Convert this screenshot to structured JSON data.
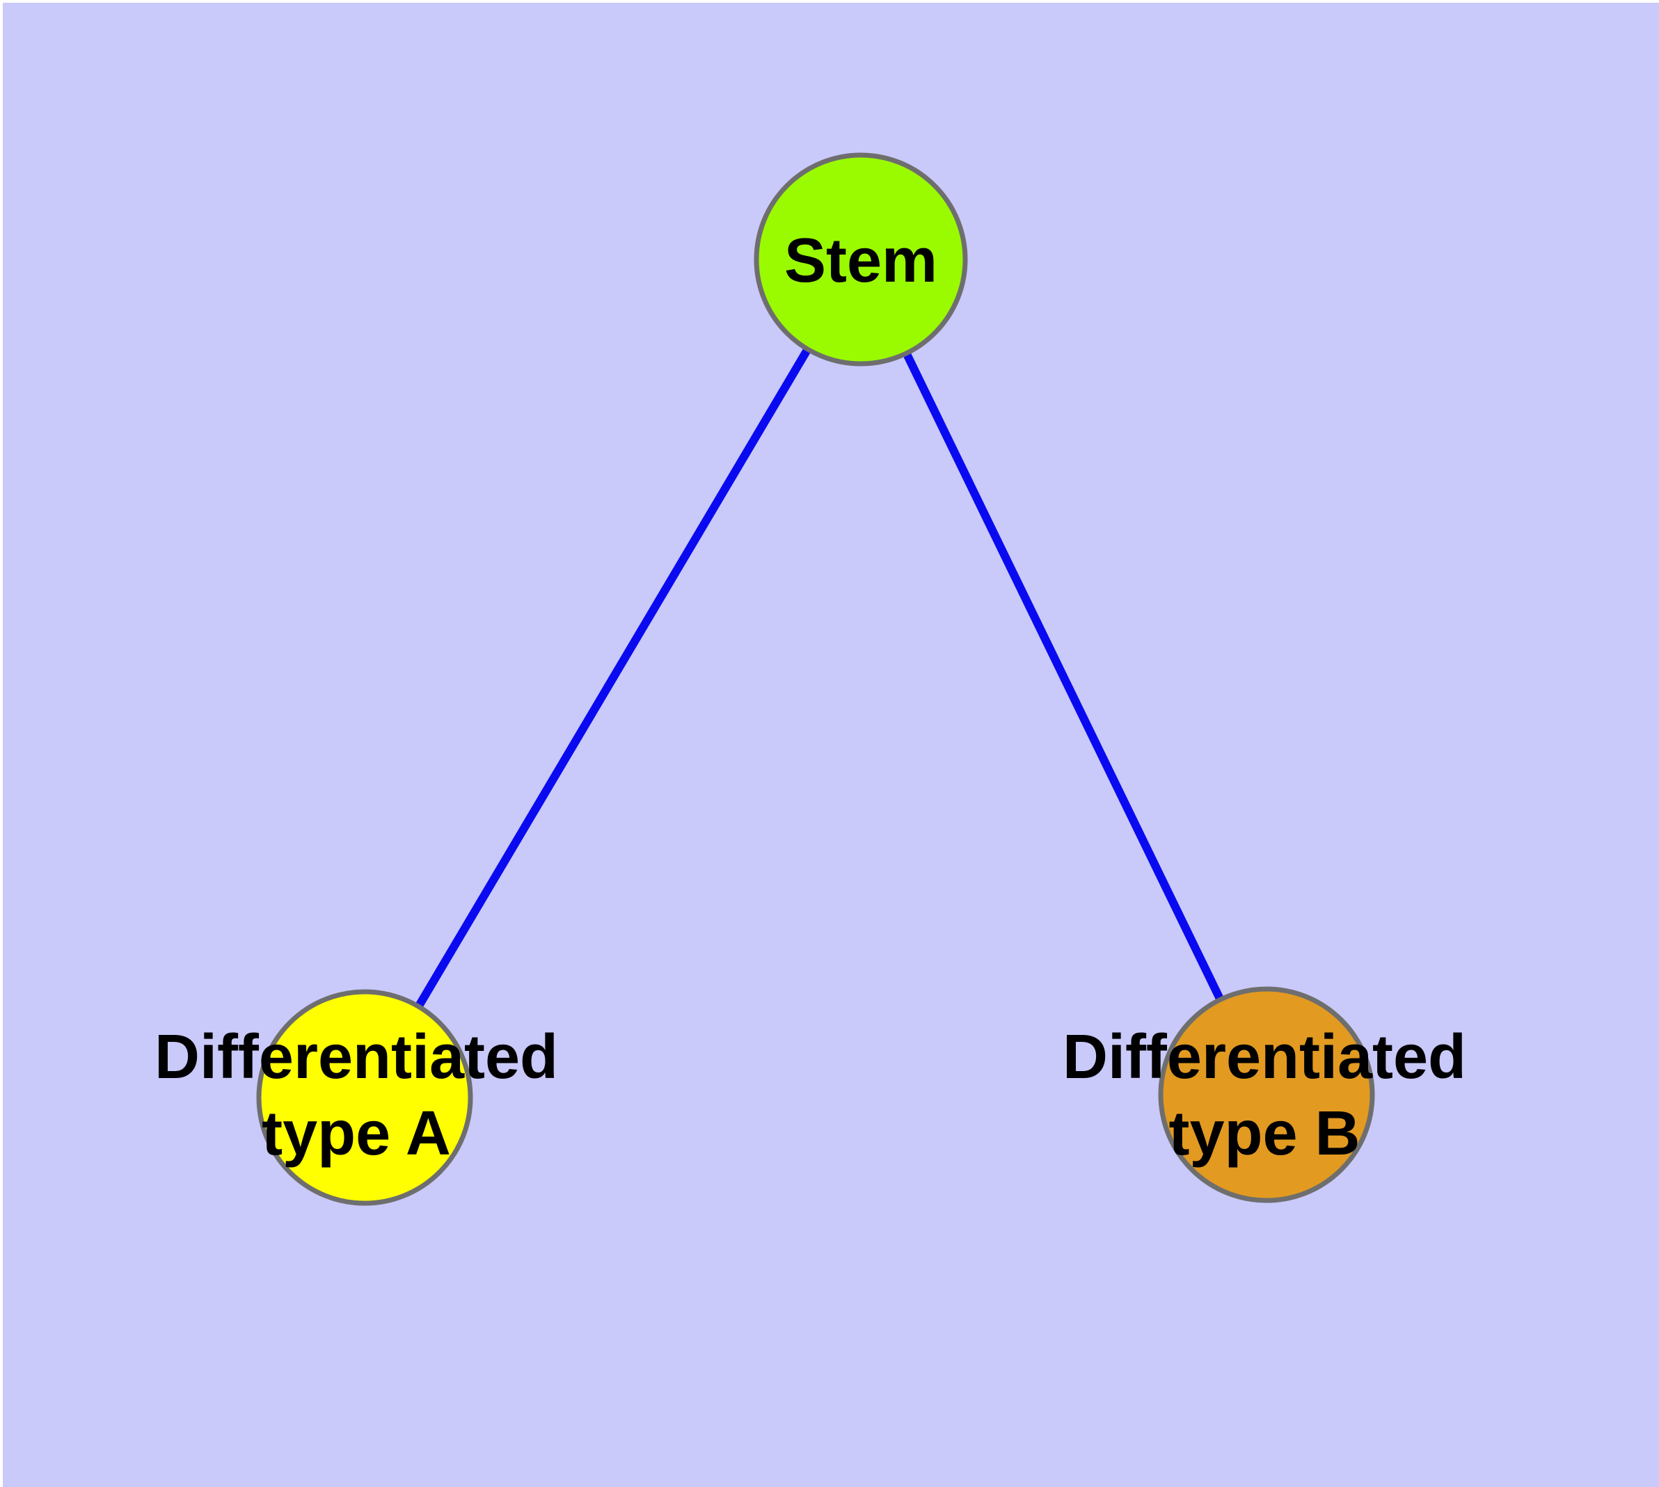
{
  "figure": {
    "type": "graph-diagram",
    "description": "Cell differentiation graph: one stem node linked to two differentiated cell-type nodes",
    "background_color": "#C9C9FA",
    "margin_color": "#FFFFFF",
    "edge_color": "#0A0AF0",
    "node_border_color": "#6E6E6E",
    "label_color": "#000000",
    "nodes": [
      {
        "id": "stem",
        "label": "Stem",
        "line1": "Stem",
        "line2": "",
        "fill": "#9AFB00"
      },
      {
        "id": "type-a",
        "label": "Differentiated type A",
        "line1": "Differentiated",
        "line2": "type A",
        "fill": "#FFFF00"
      },
      {
        "id": "type-b",
        "label": "Differentiated type B",
        "line1": "Differentiated",
        "line2": "type B",
        "fill": "#E29A20"
      }
    ],
    "edges": [
      {
        "from": "Stem",
        "to": "Differentiated type A"
      },
      {
        "from": "Stem",
        "to": "Differentiated type B"
      }
    ]
  }
}
